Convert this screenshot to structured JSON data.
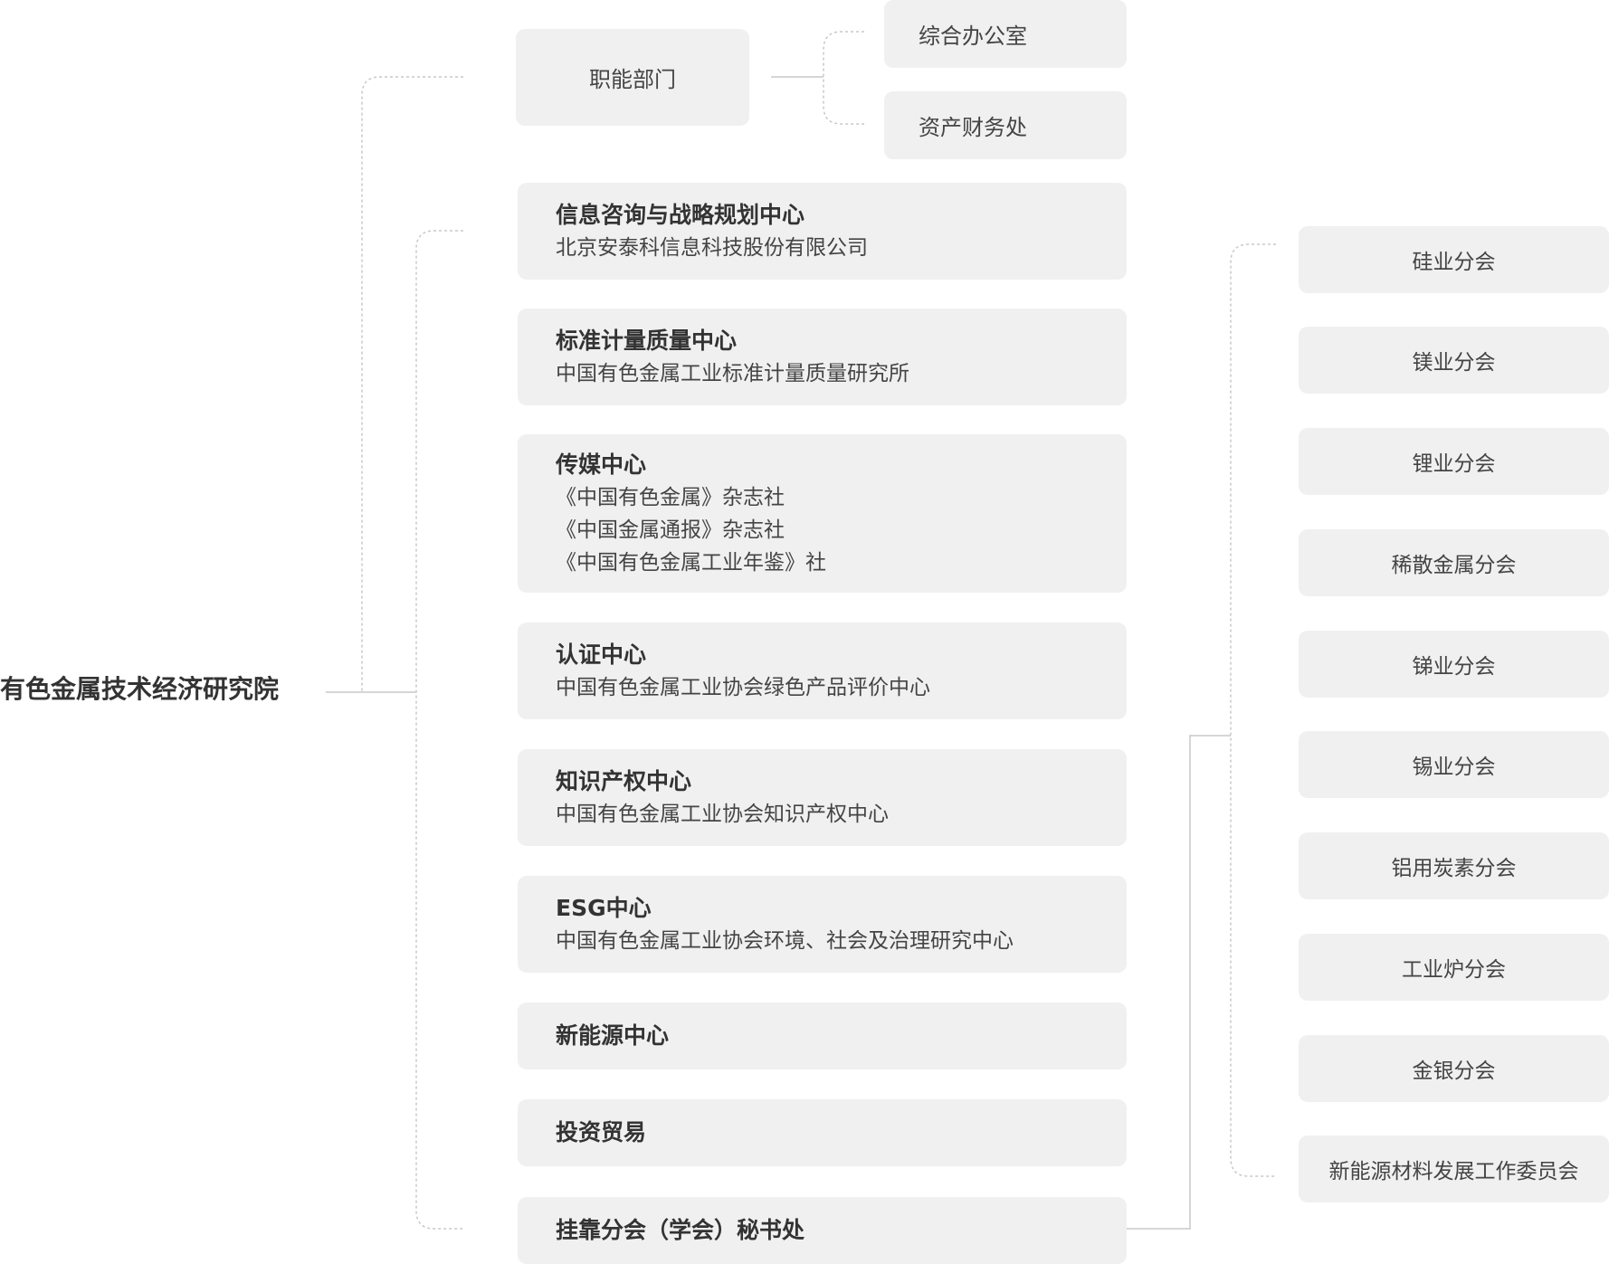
{
  "root": {
    "label": "有色金属技术经济研究院"
  },
  "functional": {
    "label": "职能部门",
    "children": [
      {
        "label": "综合办公室"
      },
      {
        "label": "资产财务处"
      }
    ]
  },
  "centers": [
    {
      "title": "信息咨询与战略规划中心",
      "lines": [
        "北京安泰科信息科技股份有限公司"
      ]
    },
    {
      "title": "标准计量质量中心",
      "lines": [
        "中国有色金属工业标准计量质量研究所"
      ]
    },
    {
      "title": "传媒中心",
      "lines": [
        "《中国有色金属》杂志社",
        "《中国金属通报》杂志社",
        "《中国有色金属工业年鉴》社"
      ]
    },
    {
      "title": "认证中心",
      "lines": [
        "中国有色金属工业协会绿色产品评价中心"
      ]
    },
    {
      "title": "知识产权中心",
      "lines": [
        "中国有色金属工业协会知识产权中心"
      ]
    },
    {
      "title": "ESG中心",
      "lines": [
        "中国有色金属工业协会环境、社会及治理研究中心"
      ]
    },
    {
      "title": "新能源中心",
      "lines": []
    },
    {
      "title": "投资贸易",
      "lines": []
    },
    {
      "title": "挂靠分会（学会）秘书处",
      "lines": []
    }
  ],
  "branches": [
    {
      "label": "硅业分会"
    },
    {
      "label": "镁业分会"
    },
    {
      "label": "锂业分会"
    },
    {
      "label": "稀散金属分会"
    },
    {
      "label": "锑业分会"
    },
    {
      "label": "锡业分会"
    },
    {
      "label": "铝用炭素分会"
    },
    {
      "label": "工业炉分会"
    },
    {
      "label": "金银分会"
    },
    {
      "label": "新能源材料发展工作委员会"
    }
  ],
  "colors": {
    "box_fill": "#f0f0f0",
    "connector": "#c8c8c8",
    "text": "#333333"
  }
}
